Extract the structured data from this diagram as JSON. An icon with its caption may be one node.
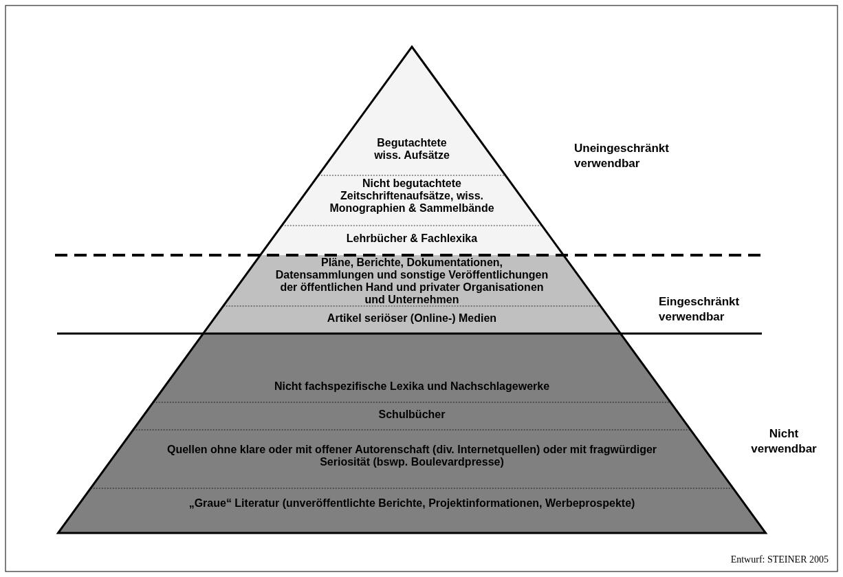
{
  "diagram": {
    "nodes": [
      {
        "text": [
          "Begutachtete wiss. Aufsätze"
        ]
      },
      {
        "text": [
          "Nicht begutachtete Zeitschriftenaufsätze, wiss. Monographien & Sammelbände"
        ]
      },
      {
        "text": [
          "Lehrbücher & Fachlexika"
        ]
      },
      {
        "text": [
          "Pläne, Berichte, Dokumentationen, Datensammlungen und sonstige Veröffentlichungen der öffentlichen Hand und privater Organisationen und Unternehmen"
        ]
      },
      {
        "text": [
          "Artikel seriöser (Online-) Medien"
        ]
      },
      {
        "text": [
          "Nicht fachspezifische Lexika und Nachschlagewerke"
        ]
      },
      {
        "text": [
          "Schulbücher"
        ]
      },
      {
        "text": [
          "Quellen ohne klare oder mit offener Autorenschaft (div. Internetquellen) oder mit fragwürdiger Seriosität (bswp. Boulevardpresse)"
        ]
      },
      {
        "text": [
          "„Graue“ Literatur (unveröffentlichte Berichte, Projektinformationen, Werbeprospekte)"
        ]
      }
    ],
    "labels": [
      "Uneingeschränkt verwendbar",
      "Eingeschränkt verwendbar",
      "Nicht verwendbar",
      "Entwurf: STEINER 2005"
    ]
  }
}
